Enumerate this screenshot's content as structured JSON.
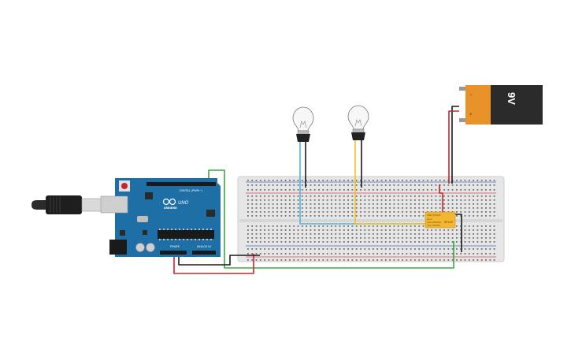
{
  "canvas": {
    "background": "#ffffff"
  },
  "arduino": {
    "brand": "ARDUINO",
    "model": "UNO",
    "header_digital": "DIGITAL (PWM~)",
    "header_power": "POWER",
    "header_analog": "ANALOG IN",
    "board_color": "#1f6fa7",
    "icon": "arduino-logo-icon"
  },
  "usb_cable": {
    "icon": "usb-plug-icon",
    "color": "#2b2b2b"
  },
  "battery": {
    "label": "9V",
    "body_color": "#2b2b2b",
    "cap_color": "#e8922a",
    "icon": "battery-9v-icon"
  },
  "bulbs": [
    {
      "name": "bulb-1",
      "icon": "light-bulb-icon"
    },
    {
      "name": "bulb-2",
      "icon": "light-bulb-icon"
    }
  ],
  "relay": {
    "icon": "relay-icon",
    "body_color": "#f2b632",
    "text_lines": [
      "SRD-05VDC",
      "SL-C",
      "10A 250VAC",
      "10A 30VDC"
    ],
    "side_mark": "RELAY"
  },
  "breadboard": {
    "color": "#e6e6e6",
    "rail_red": "#d14b4b",
    "rail_blue": "#3b6fb6"
  },
  "wire_colors": {
    "green": "#3aa843",
    "red": "#c8232c",
    "black": "#1a1a1a",
    "cyan": "#4fb6d6",
    "yellow": "#f1c21b"
  }
}
